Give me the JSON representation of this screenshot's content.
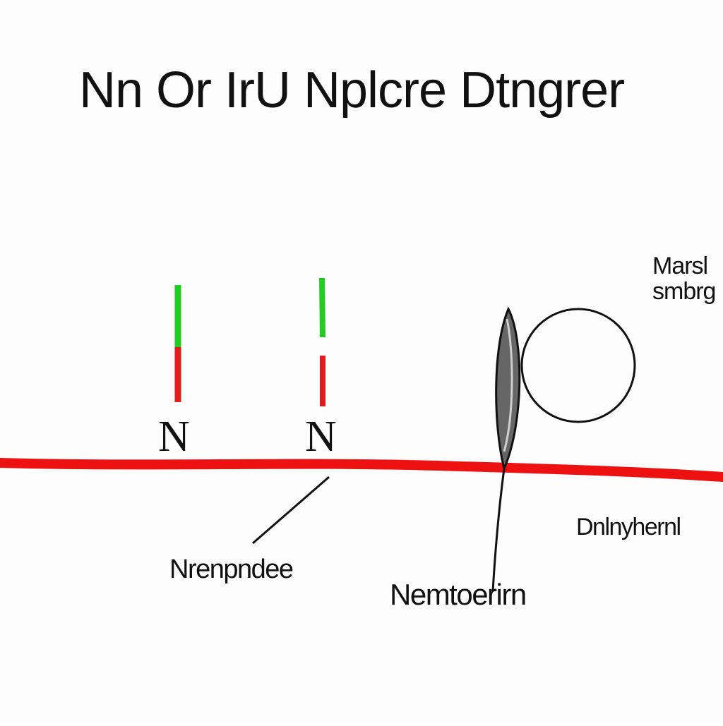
{
  "title": "Nn Or IrU Nplcre Dtngrer",
  "pole_labels": [
    "N",
    "N"
  ],
  "side_note": {
    "line1": "Marsl",
    "line2": "smbrg"
  },
  "callouts": {
    "left": "Nrenpndee",
    "middle": "Nemtoerirn",
    "right": "Dnlnyhernl"
  },
  "colors": {
    "baseline": "#ee1111",
    "pole_north": "#22cc22",
    "pole_south": "#e01c1c",
    "ink": "#111111",
    "needle": "#555555"
  }
}
